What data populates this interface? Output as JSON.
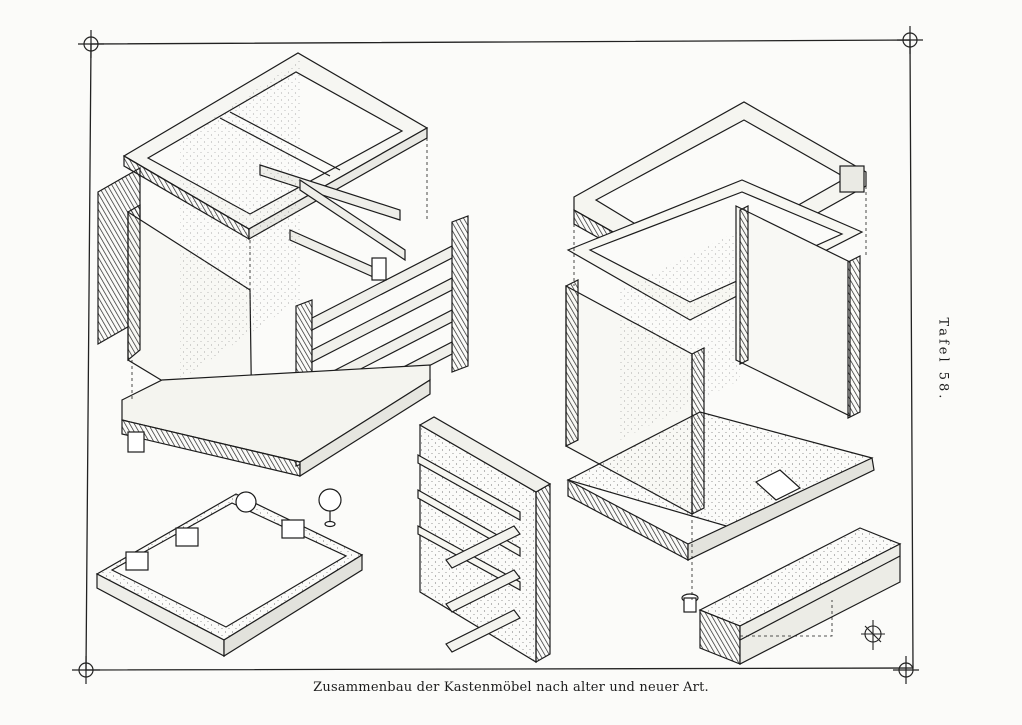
{
  "plate": {
    "label": "Tafel 58.",
    "caption": "Zusammenbau der Kastenmöbel nach alter und neuer Art."
  },
  "icons": {
    "registration_marks": "crosshair-circle",
    "monogram": "ornamental-monogram"
  },
  "colors": {
    "ink": "#1c1c1c",
    "paper": "#fbfbf9"
  }
}
